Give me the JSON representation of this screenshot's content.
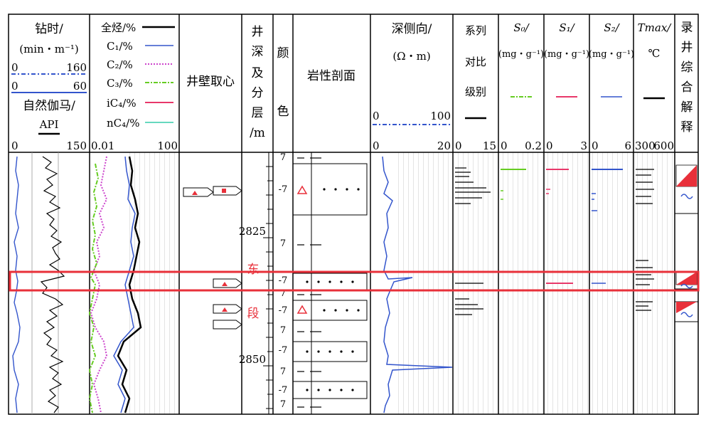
{
  "headers": {
    "drill_time": {
      "title": "钻时/",
      "unit": "(min・m⁻¹)",
      "scale1": [
        "0",
        "160"
      ],
      "scale2": [
        "0",
        "60"
      ],
      "gamma": "自然伽马/",
      "gamma_unit": "API",
      "gamma_scale": [
        "0",
        "150"
      ]
    },
    "gas": {
      "items": [
        "全烃/%",
        "C₁/%",
        "C₂/%",
        "C₃/%",
        "iC₄/%",
        "nC₄/%"
      ],
      "scale": [
        "0.01",
        "100"
      ]
    },
    "core": {
      "title": "井壁取心"
    },
    "depth": {
      "chars": [
        "井",
        "深",
        "及",
        "分",
        "层",
        "/m"
      ]
    },
    "color": {
      "chars": [
        "颜",
        "色"
      ]
    },
    "lithology": {
      "title": "岩性剖面"
    },
    "resistivity": {
      "title": "深侧向/",
      "unit": "(Ω・m)",
      "scale1": [
        "0",
        "100"
      ],
      "scale2": [
        "0",
        "20"
      ]
    },
    "series": {
      "chars": [
        "系列",
        "对比",
        "级别"
      ],
      "scale": [
        "0",
        "15"
      ]
    },
    "s0": {
      "title": "S₀/",
      "unit": "(mg・g⁻¹)",
      "scale": [
        "0",
        "0.2"
      ]
    },
    "s1": {
      "title": "S₁/",
      "unit": "(mg・g⁻¹)",
      "scale": [
        "0",
        "3"
      ]
    },
    "s2": {
      "title": "S₂/",
      "unit": "(mg・g⁻¹)",
      "scale": [
        "0",
        "6"
      ]
    },
    "tmax": {
      "title": "Tmax/",
      "unit": "℃",
      "scale": [
        "300",
        "600"
      ]
    },
    "interp": {
      "chars": [
        "录",
        "井",
        "综",
        "合",
        "解",
        "释"
      ]
    }
  },
  "depth_labels": [
    "2825",
    "2850"
  ],
  "formation_chars": [
    "东",
    "一",
    "段"
  ],
  "color_code": "7",
  "color_code_red": "-7",
  "colors": {
    "total_gas": "#000000",
    "c1": "#3355cc",
    "c2": "#cc44cc",
    "c3": "#66cc22",
    "ic4": "#e8386a",
    "nc4": "#33ccaa",
    "highlight": "#e8303a",
    "drill": "#3355cc",
    "formation": "#e8303a"
  }
}
